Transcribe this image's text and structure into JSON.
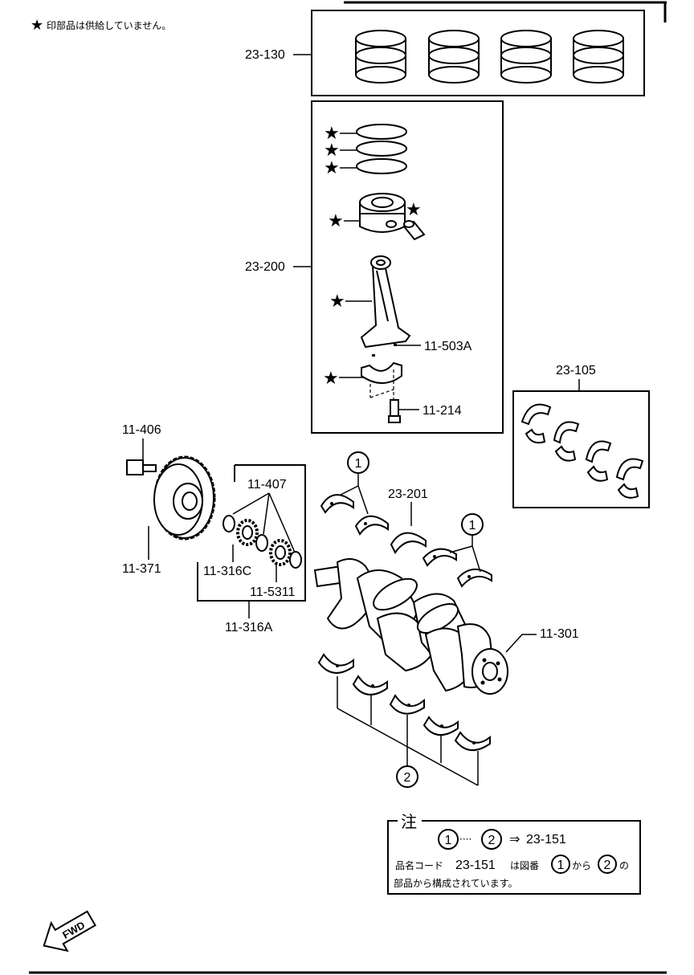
{
  "header_note": {
    "star": "★",
    "text": "印部品は供給していません。"
  },
  "parts": {
    "p23_130": "23-130",
    "p23_200": "23-200",
    "p11_503A": "11-503A",
    "p11_214": "11-214",
    "p23_105": "23-105",
    "p11_406": "11-406",
    "p11_407": "11-407",
    "p23_201": "23-201",
    "p11_371": "11-371",
    "p11_316C": "11-316C",
    "p11_5311": "11-5311",
    "p11_316A": "11-316A",
    "p11_301": "11-301"
  },
  "callouts": {
    "one": "1",
    "two": "2"
  },
  "note_box": {
    "title": "注",
    "dots": "····",
    "arrow": "⇒",
    "ref": "23-151",
    "line2_a": "品名コード",
    "line2_b": "23-151",
    "line2_c": "は図番",
    "line2_d": "から",
    "line2_e": "の",
    "line3": "部品から構成されています。"
  },
  "fwd_label": "FWD"
}
